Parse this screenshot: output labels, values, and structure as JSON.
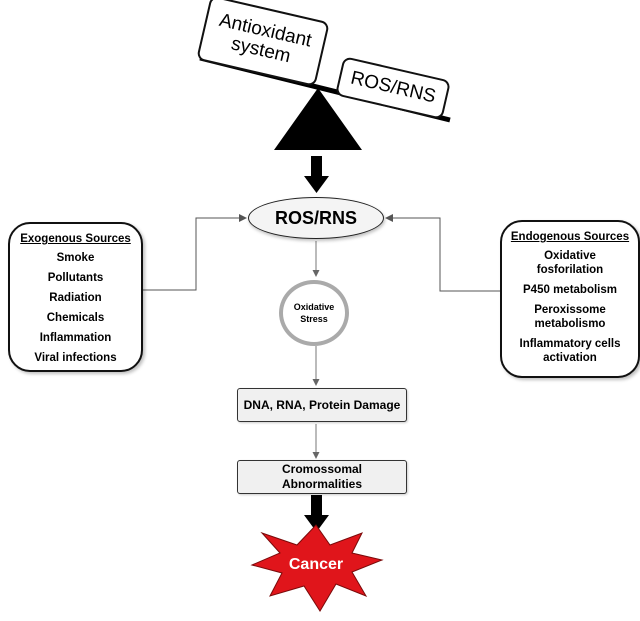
{
  "seesaw": {
    "antioxidant_label": "Antioxidant\nsystem",
    "ros_label": "ROS/RNS"
  },
  "central": {
    "ros_label": "ROS/RNS",
    "oxidative_stress_label": "Oxidative\nStress"
  },
  "exogenous": {
    "title": "Exogenous Sources",
    "items": [
      "Smoke",
      "Pollutants",
      "Radiation",
      "Chemicals",
      "Inflammation",
      "Viral infections"
    ]
  },
  "endogenous": {
    "title": "Endogenous Sources",
    "items": [
      "Oxidative fosforilation",
      "P450 metabolism",
      "Peroxissome\nmetabolismo",
      "Inflammatory cells\nactivation"
    ]
  },
  "steps": {
    "damage": "DNA, RNA, Protein Damage",
    "abnormalities": "Cromossomal\nAbnormalities"
  },
  "outcome": {
    "label": "Cancer",
    "fill_color": "#e0151b"
  }
}
